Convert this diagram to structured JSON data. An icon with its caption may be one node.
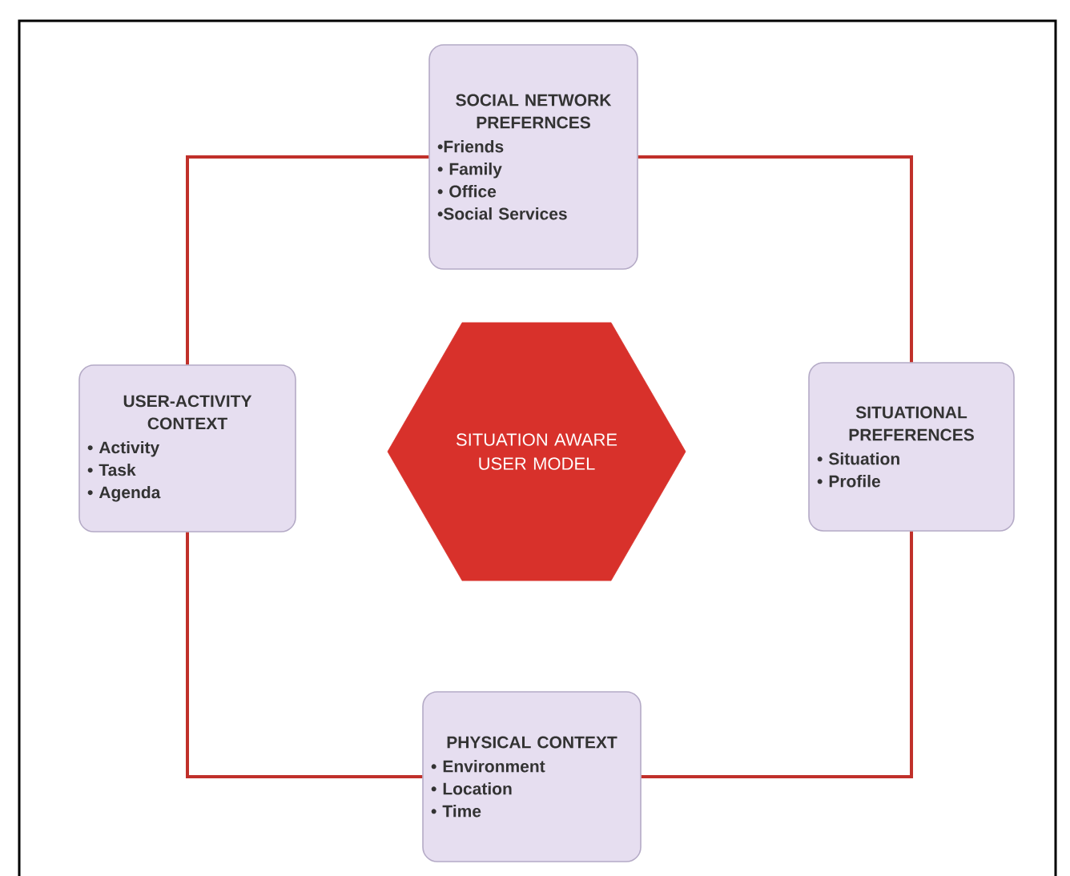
{
  "diagram": {
    "nodes": [
      {
        "text": [
          "SOCIAL NETWORK PREFERNCES",
          "•Friends",
          "• Family",
          "• Office",
          "•Social Services"
        ]
      },
      {
        "text": [
          "USER-ACTIVITY CONTEXT",
          "• Activity",
          "• Task",
          "• Agenda"
        ]
      },
      {
        "text": [
          "SITUATION AWARE USER MODEL"
        ]
      },
      {
        "text": [
          "SITUATIONAL PREFERENCES",
          "• Situation",
          "• Profile"
        ]
      },
      {
        "text": [
          "PHYSICAL CONTEXT",
          "• Environment",
          "• Location",
          "• Time"
        ]
      }
    ],
    "edges": [
      {
        "from": 0,
        "to": 3,
        "arrow": "none"
      },
      {
        "from": 3,
        "to": 4,
        "arrow": "none"
      },
      {
        "from": 4,
        "to": 1,
        "arrow": "none"
      },
      {
        "from": 1,
        "to": 0,
        "arrow": "none"
      }
    ]
  }
}
